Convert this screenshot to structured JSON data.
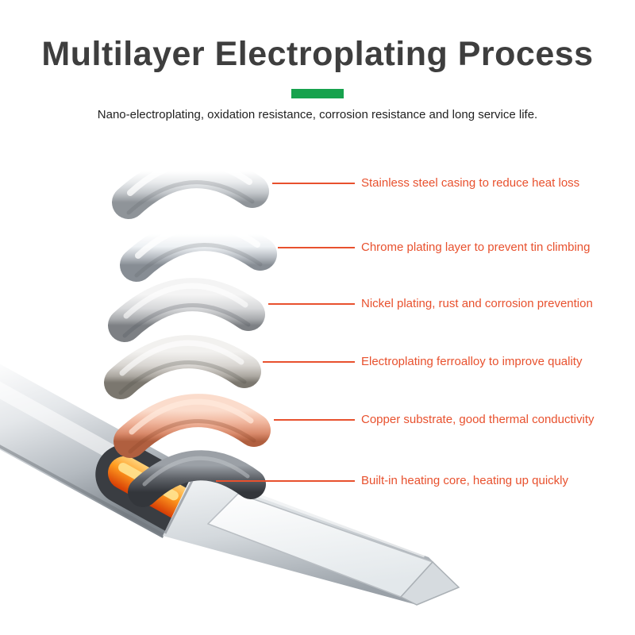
{
  "page": {
    "title": "Multilayer Electroplating Process",
    "subtitle": "Nano-electroplating, oxidation resistance, corrosion resistance and long service life.",
    "accent_green": "#17a24d",
    "label_color": "#e8512e"
  },
  "layers": [
    {
      "label": "Stainless steel casing to reduce heat loss"
    },
    {
      "label": "Chrome plating layer to prevent tin climbing"
    },
    {
      "label": "Nickel plating, rust and corrosion prevention"
    },
    {
      "label": "Electroplating ferroalloy to improve quality"
    },
    {
      "label": "Copper substrate, good thermal conductivity"
    },
    {
      "label": "Built-in heating core, heating up quickly"
    }
  ],
  "illustration": {
    "subject": "Exploded view of soldering iron tip plating layers with glowing heating core and chisel tip",
    "layer_colors": {
      "stainless": "#c9cdd1",
      "chrome": "#c3c8ce",
      "nickel": "#a9abae",
      "ferroalloy": "#b0aca4",
      "copper": "#d98a6b",
      "dark_shell": "#4a4d52",
      "core_glow": "#ff8c1a"
    }
  }
}
